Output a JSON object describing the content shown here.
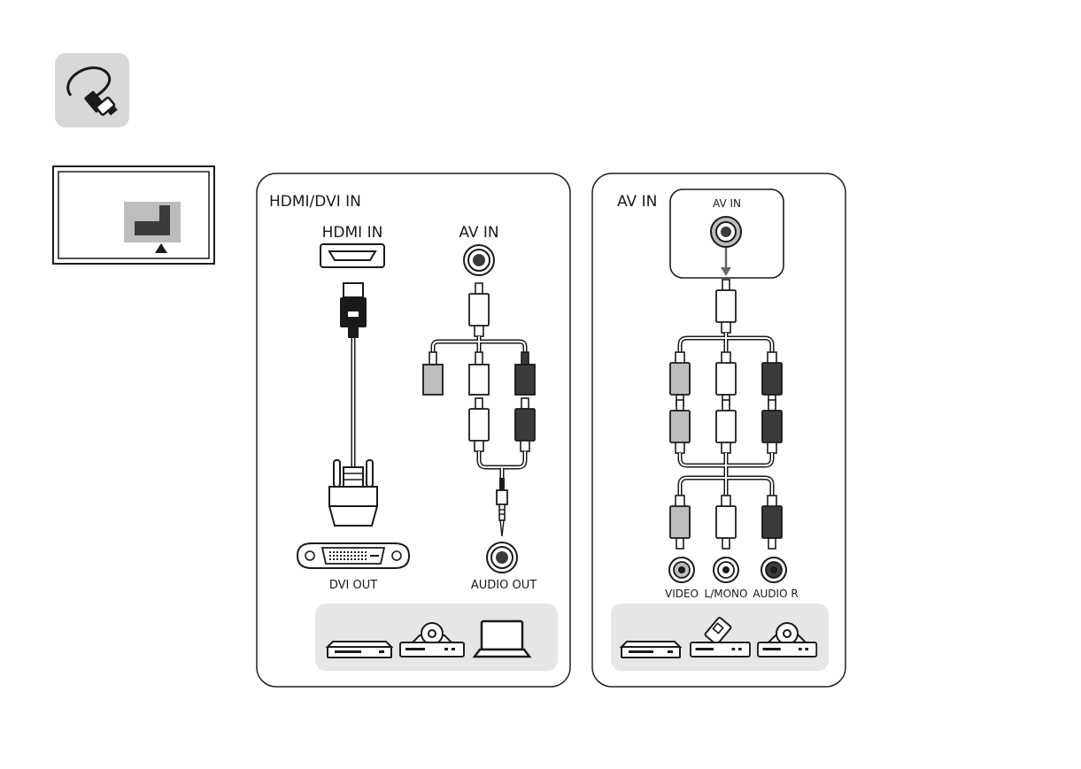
{
  "hdmi_panel": {
    "title": "HDMI/DVI IN",
    "hdmi_port_label": "HDMI IN",
    "av_port_label": "AV IN",
    "dvi_label": "DVI OUT",
    "audio_label": "AUDIO OUT"
  },
  "av_panel": {
    "title": "AV IN",
    "callout_label": "AV IN",
    "jack_labels": [
      "VIDEO",
      "L/MONO",
      "AUDIO R"
    ]
  },
  "icons": {
    "cable": "cable-plug-icon",
    "tv": "tv-back-panel-icon"
  },
  "colors": {
    "panel_border": "#222222",
    "device_tray": "#e6e6e6",
    "icon_bg": "#d8d8d8",
    "dark_plug": "#3b3b3b",
    "grey_plug": "#bdbdbd",
    "arrow": "#666666"
  }
}
